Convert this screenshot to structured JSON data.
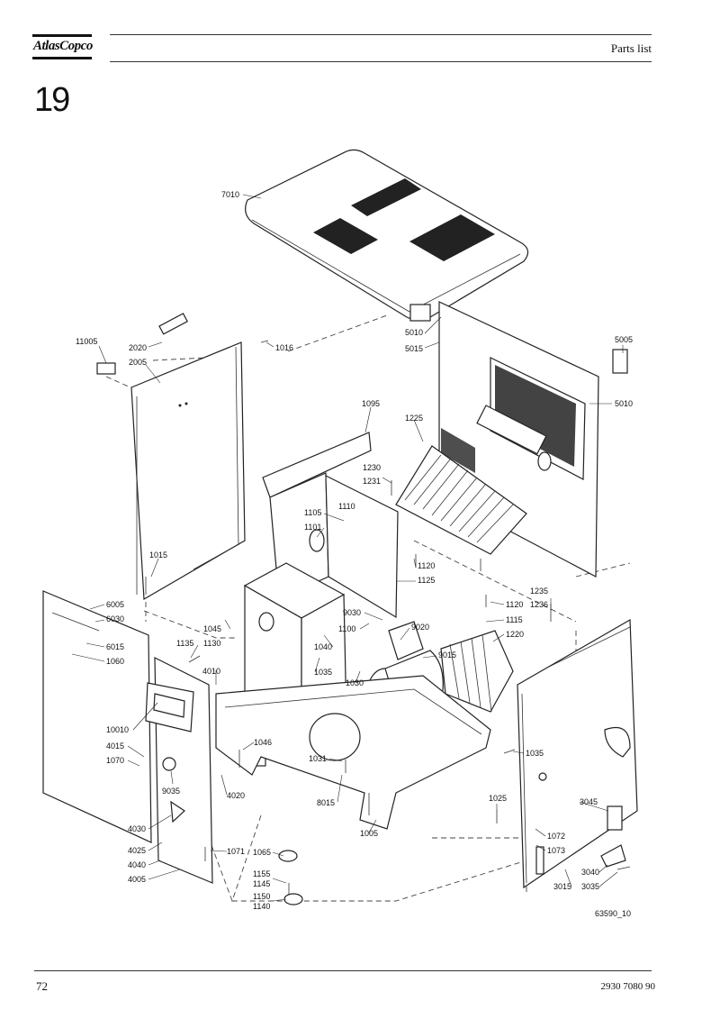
{
  "header": {
    "logo_text": "AtlasCopco",
    "section_title": "Parts list"
  },
  "page_title": "19",
  "footer": {
    "page_number": "72",
    "doc_number": "2930 7080 90"
  },
  "figure_id": "63590_10",
  "callouts": [
    "7010",
    "5010",
    "5015",
    "5005",
    "5010",
    "11005",
    "2020",
    "1016",
    "2005",
    "1095",
    "1225",
    "1230",
    "1231",
    "1105",
    "1110",
    "1101",
    "1015",
    "1120",
    "1125",
    "6005",
    "6030",
    "6015",
    "1060",
    "1135",
    "1130",
    "1045",
    "9030",
    "1100",
    "9020",
    "1040",
    "1035",
    "4010",
    "1030",
    "9015",
    "1235",
    "1236",
    "1120",
    "1115",
    "1220",
    "10010",
    "4015",
    "1070",
    "1046",
    "1031",
    "1035",
    "9035",
    "4020",
    "8015",
    "1025",
    "3045",
    "1005",
    "4030",
    "1072",
    "1073",
    "4025",
    "4040",
    "4005",
    "1071",
    "1065",
    "1155",
    "1145",
    "1150",
    "1140",
    "3040",
    "3035",
    "3015"
  ]
}
